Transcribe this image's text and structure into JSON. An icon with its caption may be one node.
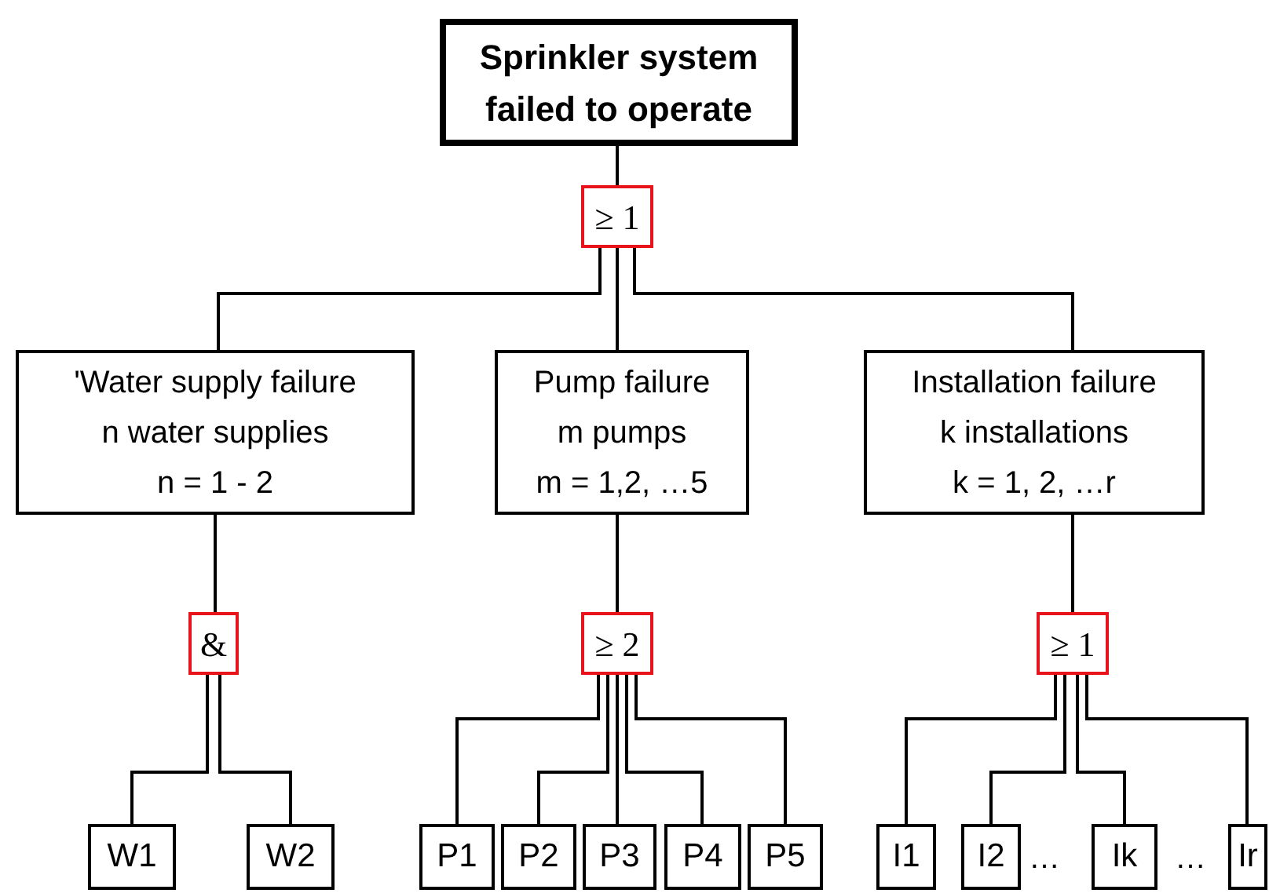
{
  "diagram": {
    "nodes": [
      {
        "text": [
          "Sprinkler system failed to operate"
        ]
      },
      {
        "text": [
          "≥ 1"
        ]
      },
      {
        "text": [
          "'Water supply failure",
          "n water supplies",
          "n = 1 - 2"
        ]
      },
      {
        "text": [
          "Pump failure",
          "m pumps",
          "m = 1,2, …5"
        ]
      },
      {
        "text": [
          "Installation failure",
          "k installations",
          "k = 1, 2, …r"
        ]
      },
      {
        "text": [
          "&"
        ]
      },
      {
        "text": [
          "≥ 2"
        ]
      },
      {
        "text": [
          "≥ 1"
        ]
      },
      {
        "text": [
          "W1"
        ]
      },
      {
        "text": [
          "W2"
        ]
      },
      {
        "text": [
          "P1"
        ]
      },
      {
        "text": [
          "P2"
        ]
      },
      {
        "text": [
          "P3"
        ]
      },
      {
        "text": [
          "P4"
        ]
      },
      {
        "text": [
          "P5"
        ]
      },
      {
        "text": [
          "I1"
        ]
      },
      {
        "text": [
          "I2"
        ]
      },
      {
        "text": [
          "Ik"
        ]
      },
      {
        "text": [
          "Ir"
        ]
      }
    ],
    "edges": [
      {
        "from": 0,
        "to": 1,
        "arrow": "none"
      },
      {
        "from": 1,
        "to": 2,
        "arrow": "none"
      },
      {
        "from": 1,
        "to": 3,
        "arrow": "none"
      },
      {
        "from": 1,
        "to": 4,
        "arrow": "none"
      },
      {
        "from": 2,
        "to": 5,
        "arrow": "none"
      },
      {
        "from": 3,
        "to": 6,
        "arrow": "none"
      },
      {
        "from": 4,
        "to": 7,
        "arrow": "none"
      },
      {
        "from": 5,
        "to": 8,
        "arrow": "none"
      },
      {
        "from": 5,
        "to": 9,
        "arrow": "none"
      },
      {
        "from": 6,
        "to": 10,
        "arrow": "none"
      },
      {
        "from": 6,
        "to": 11,
        "arrow": "none"
      },
      {
        "from": 6,
        "to": 12,
        "arrow": "none"
      },
      {
        "from": 6,
        "to": 13,
        "arrow": "none"
      },
      {
        "from": 6,
        "to": 14,
        "arrow": "none"
      },
      {
        "from": 7,
        "to": 15,
        "arrow": "none"
      },
      {
        "from": 7,
        "to": 16,
        "arrow": "none"
      },
      {
        "from": 7,
        "to": 17,
        "arrow": "none"
      },
      {
        "from": 7,
        "to": 18,
        "arrow": "none"
      }
    ],
    "labels": [
      "…",
      "…"
    ]
  }
}
